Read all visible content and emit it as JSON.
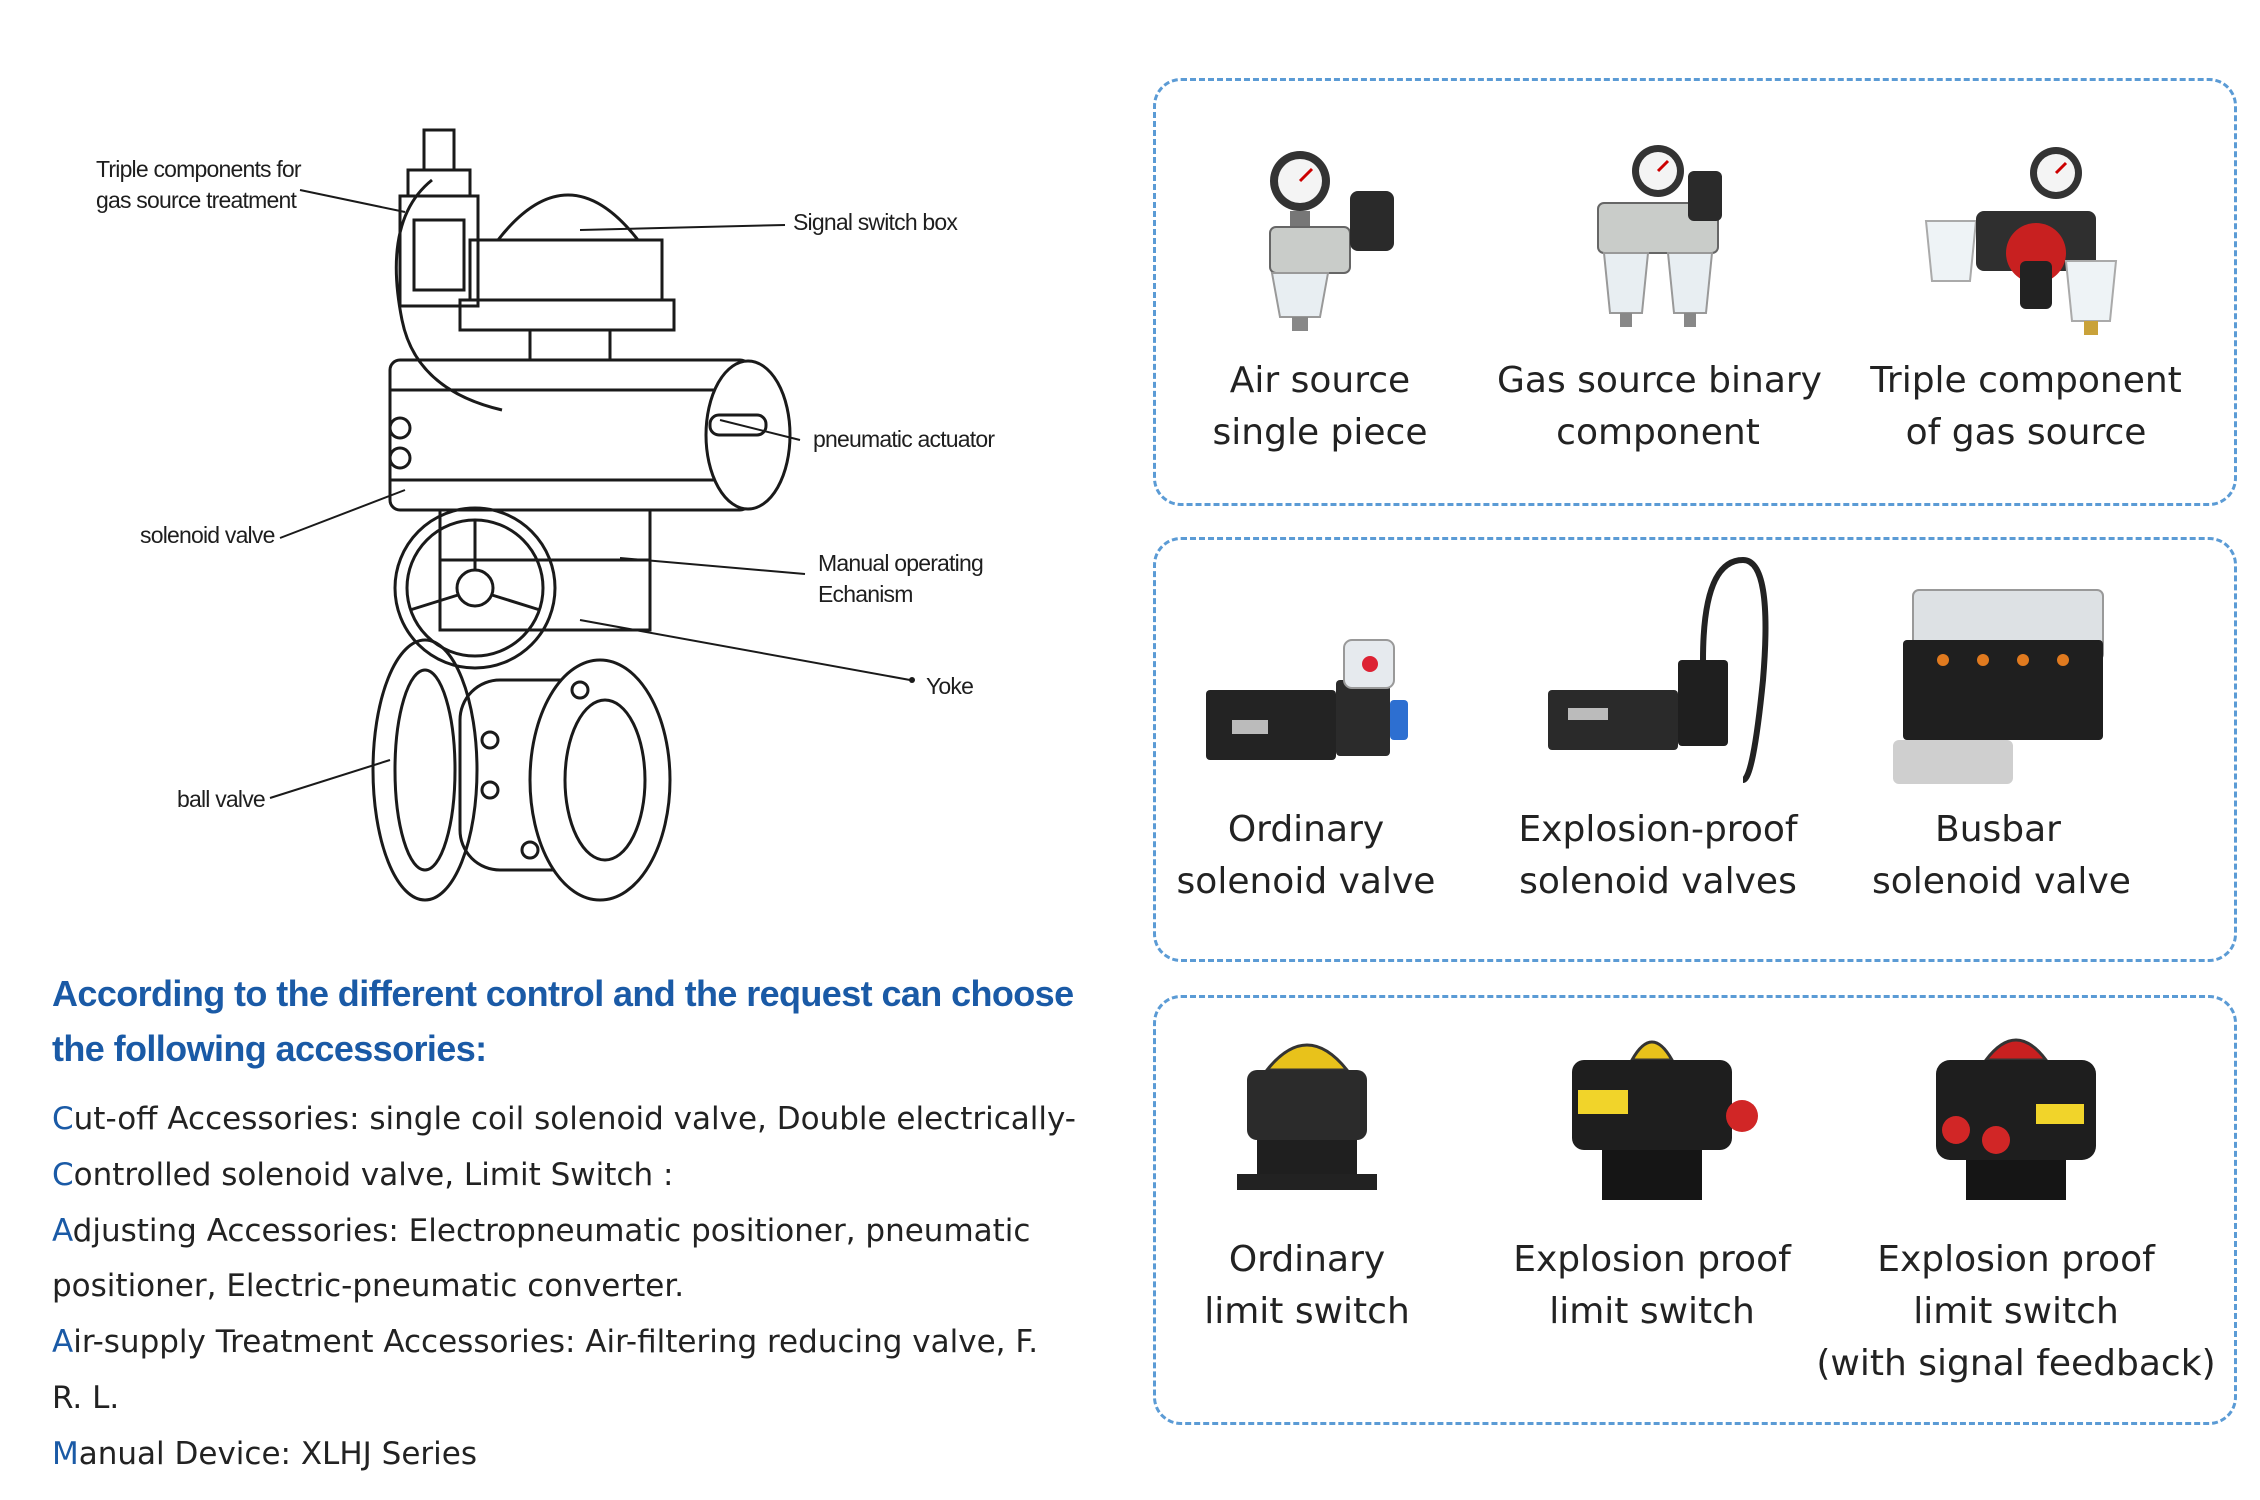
{
  "diagram": {
    "callouts": [
      {
        "id": "gas-source-treatment",
        "text": "Triple components for\ngas source treatment"
      },
      {
        "id": "signal-switch-box",
        "text": "Signal switch box"
      },
      {
        "id": "pneumatic-actuator",
        "text": "pneumatic actuator"
      },
      {
        "id": "solenoid-valve",
        "text": "solenoid valve"
      },
      {
        "id": "manual-operating",
        "text": "Manual operating\nEchanism"
      },
      {
        "id": "yoke",
        "text": "Yoke"
      },
      {
        "id": "ball-valve",
        "text": "ball valve"
      }
    ]
  },
  "intro": {
    "heading": "According to the different control and the request can choose the following accessories:",
    "lines": [
      {
        "cap": "C",
        "rest": "ut-off Accessories: single coil solenoid valve, Double electrically-"
      },
      {
        "cap": "C",
        "rest": "ontrolled solenoid valve, Limit Switch :"
      },
      {
        "cap": "A",
        "rest": "djusting Accessories: Electropneumatic positioner, pneumatic"
      },
      {
        "cap": "",
        "rest": "positioner, Electric-pneumatic converter."
      },
      {
        "cap": "A",
        "rest": "ir-supply Treatment Accessories: Air-filtering reducing valve, F."
      },
      {
        "cap": "",
        "rest": "R. L."
      },
      {
        "cap": "M",
        "rest": "anual Device: XLHJ Series"
      }
    ]
  },
  "panels": {
    "air": {
      "items": [
        {
          "label_1": "Air source",
          "label_2": "single piece",
          "icon": "filter-regulator-icon"
        },
        {
          "label_1": "Gas source binary",
          "label_2": "component",
          "icon": "two-piece-frl-icon"
        },
        {
          "label_1": "Triple component",
          "label_2": "of gas source",
          "icon": "three-piece-frl-icon"
        }
      ]
    },
    "solenoid": {
      "items": [
        {
          "label_1": "Ordinary",
          "label_2": "solenoid valve",
          "icon": "solenoid-valve-icon"
        },
        {
          "label_1": "Explosion-proof",
          "label_2": "solenoid valves",
          "icon": "explosion-proof-solenoid-icon"
        },
        {
          "label_1": "Busbar",
          "label_2": "solenoid valve",
          "icon": "busbar-solenoid-icon"
        }
      ]
    },
    "limit": {
      "items": [
        {
          "label_1": "Ordinary",
          "label_2": "limit switch",
          "label_3": "",
          "icon": "limit-switch-icon"
        },
        {
          "label_1": "Explosion proof",
          "label_2": "limit switch",
          "label_3": "",
          "icon": "explosion-proof-limit-switch-icon"
        },
        {
          "label_1": "Explosion proof",
          "label_2": "limit switch",
          "label_3": "(with signal feedback)",
          "icon": "feedback-limit-switch-icon"
        }
      ]
    }
  },
  "colors": {
    "accent_blue": "#1a5aa6",
    "panel_border": "#5b9bd5",
    "text": "#222222"
  }
}
